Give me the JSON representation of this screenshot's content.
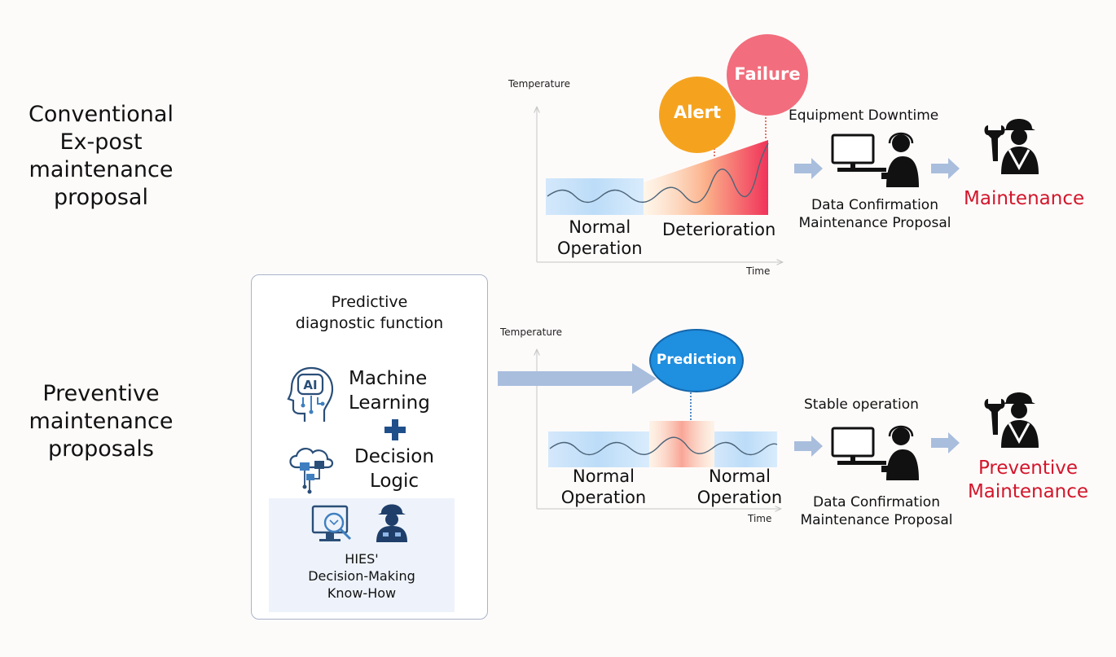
{
  "conventional": {
    "title": [
      "Conventional",
      "Ex-post",
      "maintenance",
      "proposal"
    ],
    "axis_y": "Temperature",
    "axis_x": "Time",
    "phase_normal": [
      "Normal",
      "Operation"
    ],
    "phase_deterioration": "Deterioration",
    "bubble_alert": "Alert",
    "bubble_failure": "Failure",
    "downtime": "Equipment Downtime",
    "data_label": [
      "Data Confirmation",
      "Maintenance Proposal"
    ],
    "result": "Maintenance"
  },
  "preventive": {
    "title": [
      "Preventive",
      "maintenance",
      "proposals"
    ],
    "axis_y": "Temperature",
    "axis_x": "Time",
    "phase_normal_1": [
      "Normal",
      "Operation"
    ],
    "phase_normal_2": [
      "Normal",
      "Operation"
    ],
    "bubble_prediction": "Prediction",
    "stable": "Stable operation",
    "data_label": [
      "Data Confirmation",
      "Maintenance Proposal"
    ],
    "result": [
      "Preventive",
      "Maintenance"
    ]
  },
  "panel": {
    "title": [
      "Predictive",
      "diagnostic function"
    ],
    "ml": [
      "Machine",
      "Learning"
    ],
    "dl": [
      "Decision",
      "Logic"
    ],
    "ai_glyph": "AI",
    "knowhow": [
      "HIES'",
      "Decision-Making",
      "Know-How"
    ]
  },
  "icons": [
    "ai-head-icon",
    "cloud-network-icon",
    "monitor-search-icon",
    "worker-icon",
    "operator-computer-icon",
    "maintenance-worker-icon",
    "plus-icon"
  ],
  "colors": {
    "accent_red": "#d3162b",
    "alert": "#f5a623",
    "failure": "#f26d7d",
    "prediction": "#1f8fe0",
    "arrow": "#a9bedd",
    "normal_band": "#bcdcf8"
  }
}
